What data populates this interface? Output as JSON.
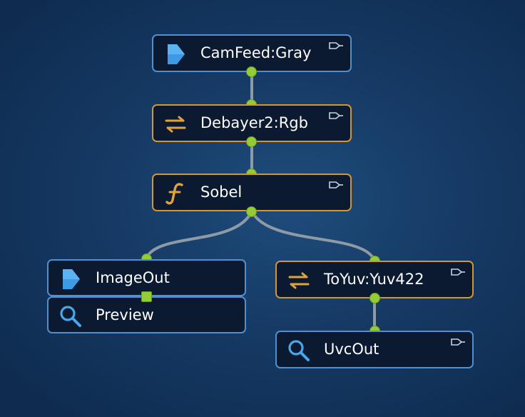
{
  "nodes": [
    {
      "id": "camfeed",
      "label": "CamFeed:Gray",
      "icon": "arrow-right-icon",
      "border": "#4e90d2",
      "pin": true
    },
    {
      "id": "debayer",
      "label": "Debayer2:Rgb",
      "icon": "swap-arrows-icon",
      "border": "#d4962e",
      "pin": true
    },
    {
      "id": "sobel",
      "label": "Sobel",
      "icon": "function-icon",
      "border": "#d4962e",
      "pin": true
    },
    {
      "id": "imageout",
      "label": "ImageOut",
      "icon": "arrow-right-icon",
      "border": "#4e90d2",
      "pin": false
    },
    {
      "id": "preview",
      "label": "Preview",
      "icon": "magnifier-icon",
      "border": "#4e90d2",
      "pin": false
    },
    {
      "id": "toyuv",
      "label": "ToYuv:Yuv422",
      "icon": "swap-arrows-icon",
      "border": "#d4962e",
      "pin": true
    },
    {
      "id": "uvcout",
      "label": "UvcOut",
      "icon": "magnifier-icon",
      "border": "#4e90d2",
      "pin": true
    }
  ],
  "edges": [
    {
      "from": "camfeed",
      "to": "debayer"
    },
    {
      "from": "debayer",
      "to": "sobel"
    },
    {
      "from": "sobel",
      "to": "imageout"
    },
    {
      "from": "sobel",
      "to": "toyuv"
    },
    {
      "from": "imageout",
      "to": "preview"
    },
    {
      "from": "toyuv",
      "to": "uvcout"
    }
  ],
  "colors": {
    "background": "#163b66",
    "node_fill": "#0b1a30",
    "source_border": "#4e90d2",
    "filter_border": "#d4962e",
    "port": "#94cc37",
    "edge": "#8e9aa6",
    "label": "#ffffff"
  }
}
